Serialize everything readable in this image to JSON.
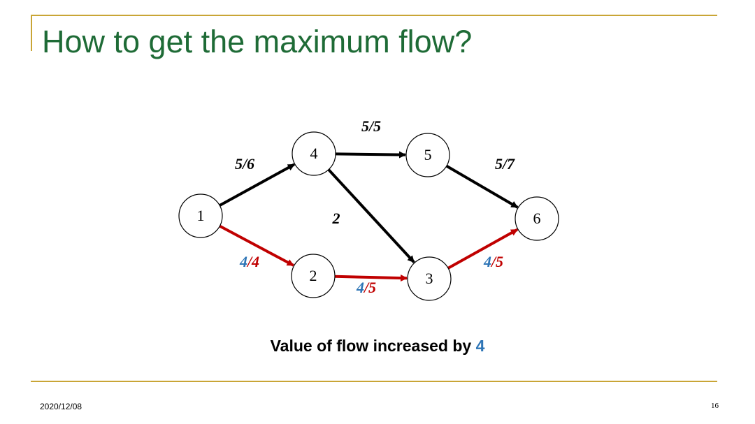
{
  "slide": {
    "title": "How to get the maximum flow?",
    "caption_prefix": "Value of flow increased by ",
    "caption_value": "4",
    "date": "2020/12/08",
    "page_number": "16"
  },
  "colors": {
    "title": "#1e6b36",
    "rule": "#c9a536",
    "edge_default": "#000000",
    "edge_augmenting": "#c00000",
    "flow_value_blue": "#2e75b6",
    "capacity_red": "#c00000"
  },
  "graph": {
    "nodes": [
      {
        "id": "1",
        "label": "1"
      },
      {
        "id": "2",
        "label": "2"
      },
      {
        "id": "3",
        "label": "3"
      },
      {
        "id": "4",
        "label": "4"
      },
      {
        "id": "5",
        "label": "5"
      },
      {
        "id": "6",
        "label": "6"
      }
    ],
    "edges": [
      {
        "id": "e14",
        "from": "1",
        "to": "4",
        "augmenting": false,
        "flow": "5",
        "capacity": "6"
      },
      {
        "id": "e45",
        "from": "4",
        "to": "5",
        "augmenting": false,
        "flow": "5",
        "capacity": "5"
      },
      {
        "id": "e56",
        "from": "5",
        "to": "6",
        "augmenting": false,
        "flow": "5",
        "capacity": "7"
      },
      {
        "id": "e43",
        "from": "4",
        "to": "3",
        "augmenting": false,
        "flow": "",
        "capacity": "2"
      },
      {
        "id": "e12",
        "from": "1",
        "to": "2",
        "augmenting": true,
        "flow": "4",
        "capacity": "4"
      },
      {
        "id": "e23",
        "from": "2",
        "to": "3",
        "augmenting": true,
        "flow": "4",
        "capacity": "5"
      },
      {
        "id": "e36",
        "from": "3",
        "to": "6",
        "augmenting": true,
        "flow": "4",
        "capacity": "5"
      }
    ]
  }
}
